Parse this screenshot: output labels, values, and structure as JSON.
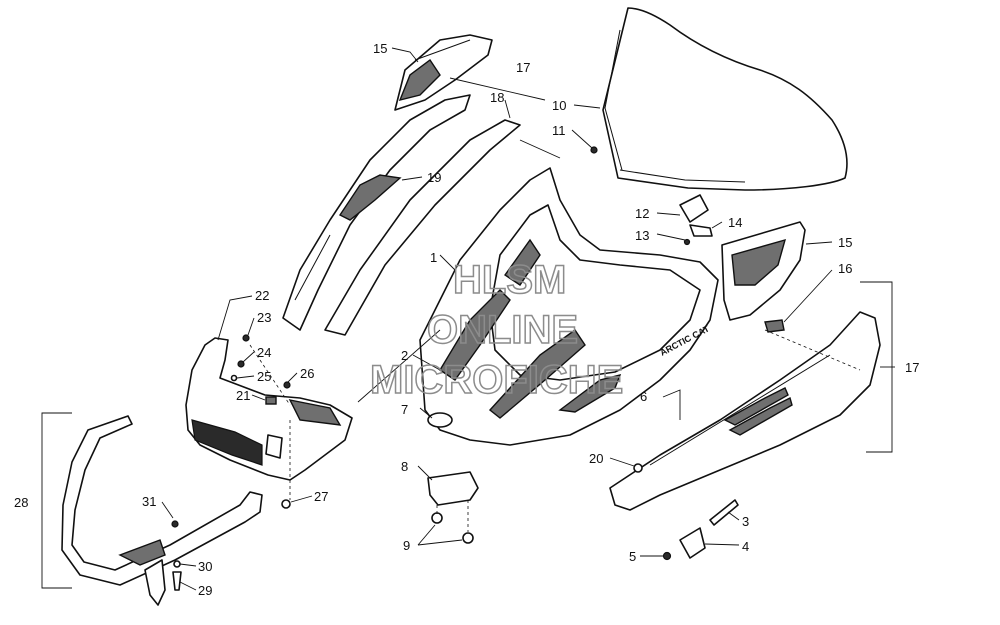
{
  "watermark": {
    "line1": "HLSM",
    "line2": "ONLINE",
    "line3": "MICROFICHE"
  },
  "brand_text": "ARCTIC CAT",
  "callouts": {
    "c1": "1",
    "c2": "2",
    "c3": "3",
    "c4": "4",
    "c5": "5",
    "c6": "6",
    "c7": "7",
    "c8": "8",
    "c9": "9",
    "c10": "10",
    "c11": "11",
    "c12": "12",
    "c13": "13",
    "c14": "14",
    "c15a": "15",
    "c15b": "15",
    "c16": "16",
    "c17a": "17",
    "c17b": "17",
    "c18": "18",
    "c19": "19",
    "c20": "20",
    "c21": "21",
    "c22": "22",
    "c23": "23",
    "c24": "24",
    "c25": "25",
    "c26": "26",
    "c27": "27",
    "c28": "28",
    "c29": "29",
    "c30": "30",
    "c31": "31"
  }
}
